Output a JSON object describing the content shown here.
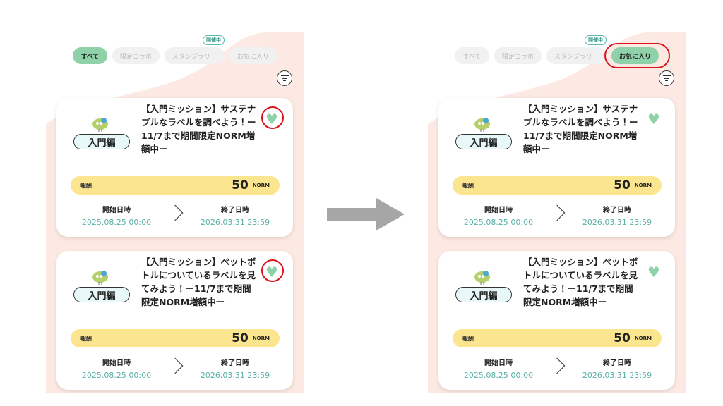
{
  "tabs": [
    "すべて",
    "限定コラボ",
    "スタンプラリー",
    "お気に入り"
  ],
  "tab_badge": "開催中",
  "panels": [
    {
      "name": "before",
      "active_tab": 0
    },
    {
      "name": "after",
      "active_tab": 3
    }
  ],
  "cards": [
    {
      "level": "入門編",
      "title": "【入門ミッション】サステナブルなラベルを調べよう！ー11/7まで期間限定NORM増額中ー",
      "reward_label": "報酬",
      "reward_value": "50",
      "reward_unit": "NORM",
      "start_label": "開始日時",
      "start_value": "2025.08.25 00:00",
      "end_label": "終了日時",
      "end_value": "2026.03.31 23:59",
      "favorited": true
    },
    {
      "level": "入門編",
      "title": "【入門ミッション】ペットボトルについているラベルを見てみよう！ー11/7まで期間限定NORM増額中ー",
      "reward_label": "報酬",
      "reward_value": "50",
      "reward_unit": "NORM",
      "start_label": "開始日時",
      "start_value": "2025.08.25 00:00",
      "end_label": "終了日時",
      "end_value": "2026.03.31 23:59",
      "favorited": true
    }
  ],
  "colors": {
    "accent": "#8fd1a9",
    "highlight": "#d9141b",
    "reward": "#fbe58f",
    "background": "#fde9e3"
  }
}
